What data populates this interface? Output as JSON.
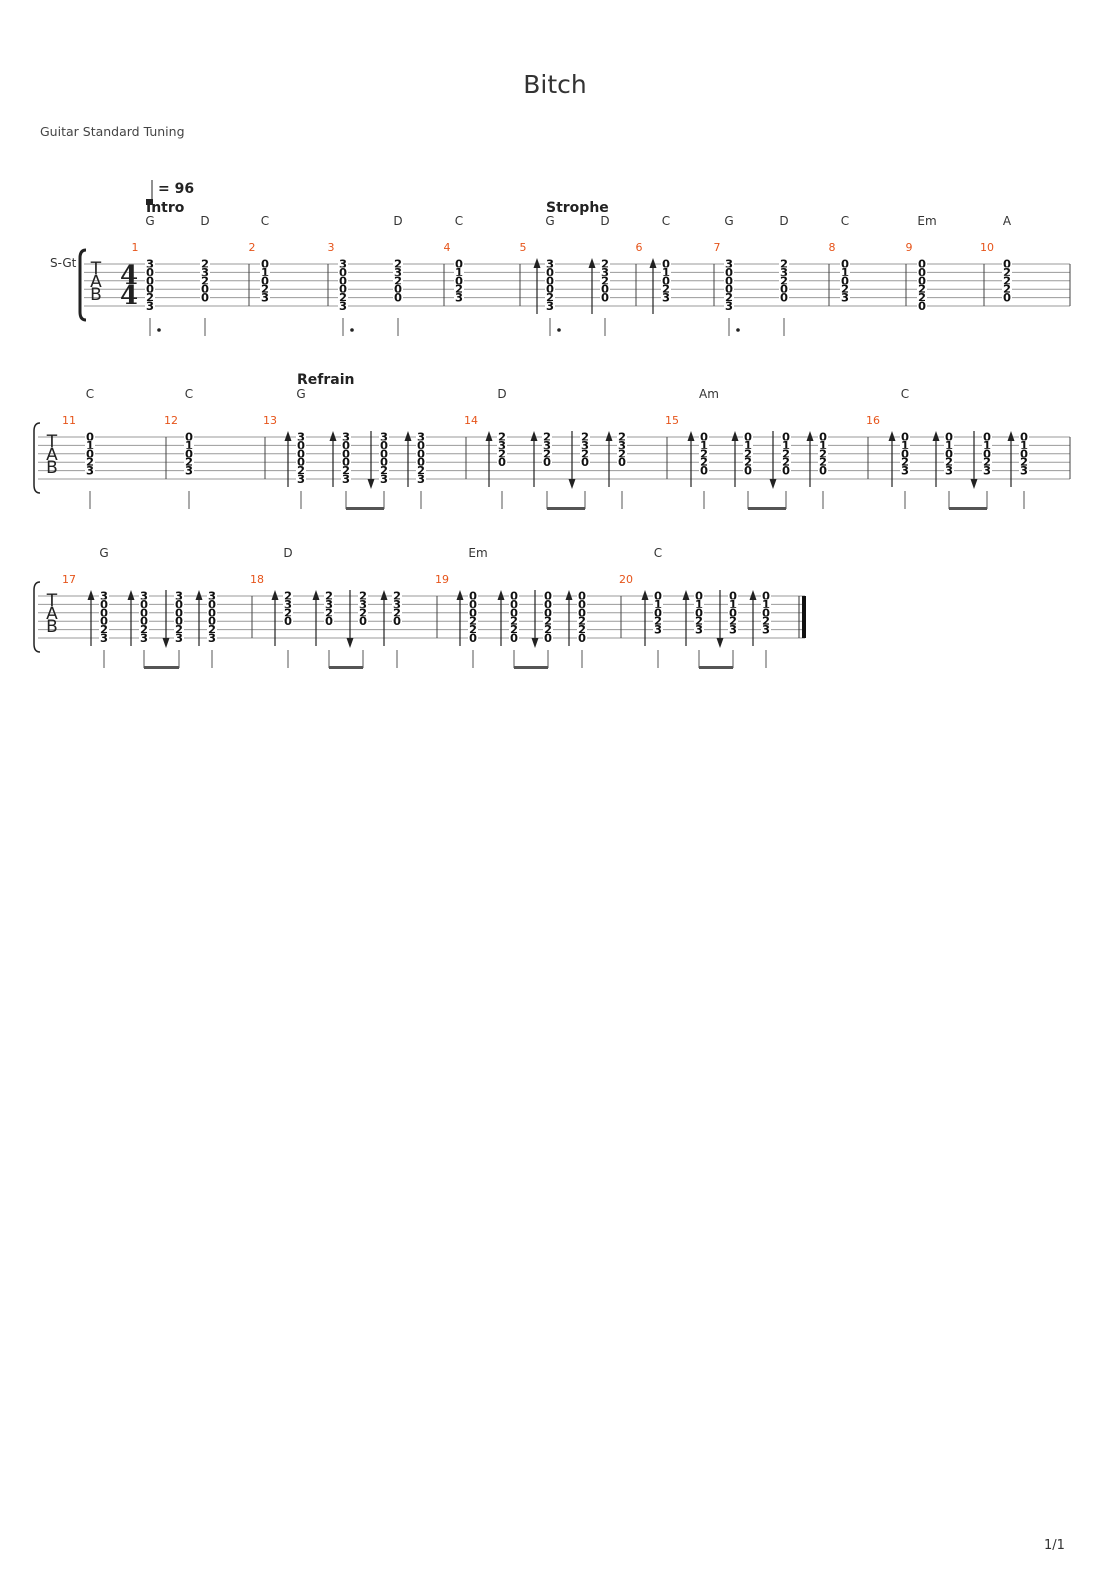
{
  "title": "Bitch",
  "tuning": "Guitar Standard Tuning",
  "page": "1/1",
  "instrument": "S-Gt",
  "tempo": "= 96",
  "time_signature": [
    "4",
    "4"
  ],
  "tab_letters": [
    "T",
    "A",
    "B"
  ],
  "systems": [
    {
      "bars": [
        {
          "number": "1",
          "section": "Intro",
          "chords": [
            "G",
            "D"
          ],
          "beats": [
            {
              "frets": [
                "3",
                "0",
                "0",
                "0",
                "2",
                "3"
              ],
              "stem": true,
              "dot": true
            },
            {
              "frets": [
                "2",
                "3",
                "2",
                "0",
                "0",
                ""
              ],
              "stem": true
            }
          ]
        },
        {
          "number": "2",
          "chords": [
            "C"
          ],
          "beats": [
            {
              "frets": [
                "0",
                "1",
                "0",
                "2",
                "3",
                ""
              ]
            }
          ]
        },
        {
          "number": "3",
          "chords": [
            "D"
          ],
          "beats": [
            {
              "frets": [
                "3",
                "0",
                "0",
                "0",
                "2",
                "3"
              ],
              "stem": true,
              "dot": true
            },
            {
              "frets": [
                "2",
                "3",
                "2",
                "0",
                "0",
                ""
              ],
              "stem": true
            }
          ]
        },
        {
          "number": "4",
          "chords": [
            "C"
          ],
          "beats": [
            {
              "frets": [
                "0",
                "1",
                "0",
                "2",
                "3",
                ""
              ]
            }
          ]
        },
        {
          "number": "5",
          "section": "Strophe",
          "chords": [
            "G",
            "D"
          ],
          "beats": [
            {
              "frets": [
                "3",
                "0",
                "0",
                "0",
                "2",
                "3"
              ],
              "stem": true,
              "dot": true,
              "arrow": "up"
            },
            {
              "frets": [
                "2",
                "3",
                "2",
                "0",
                "0",
                ""
              ],
              "stem": true,
              "arrow": "up"
            }
          ]
        },
        {
          "number": "6",
          "chords": [
            "C"
          ],
          "beats": [
            {
              "frets": [
                "0",
                "1",
                "0",
                "2",
                "3",
                ""
              ],
              "arrow": "up"
            }
          ]
        },
        {
          "number": "7",
          "chords": [
            "G",
            "D"
          ],
          "beats": [
            {
              "frets": [
                "3",
                "0",
                "0",
                "0",
                "2",
                "3"
              ],
              "stem": true,
              "dot": true
            },
            {
              "frets": [
                "2",
                "3",
                "2",
                "0",
                "0",
                ""
              ],
              "stem": true
            }
          ]
        },
        {
          "number": "8",
          "chords": [
            "C"
          ],
          "beats": [
            {
              "frets": [
                "0",
                "1",
                "0",
                "2",
                "3",
                ""
              ]
            }
          ]
        },
        {
          "number": "9",
          "chords": [
            "Em"
          ],
          "beats": [
            {
              "frets": [
                "0",
                "0",
                "0",
                "2",
                "2",
                "0"
              ]
            }
          ]
        },
        {
          "number": "10",
          "chords": [
            "A"
          ],
          "beats": [
            {
              "frets": [
                "0",
                "2",
                "2",
                "2",
                "0",
                ""
              ]
            }
          ]
        }
      ]
    },
    {
      "bars": [
        {
          "number": "11",
          "chords": [
            "C"
          ],
          "beats": [
            {
              "frets": [
                "0",
                "1",
                "0",
                "2",
                "3",
                ""
              ]
            }
          ]
        },
        {
          "number": "12",
          "chords": [
            "C"
          ],
          "beats": [
            {
              "frets": [
                "0",
                "1",
                "0",
                "2",
                "3",
                ""
              ]
            }
          ]
        },
        {
          "number": "13",
          "section": "Refrain",
          "chords": [
            "G"
          ],
          "beats": [
            {
              "frets": [
                "3",
                "0",
                "0",
                "0",
                "2",
                "3"
              ],
              "arrow": "up",
              "stem": true
            },
            {
              "frets": [
                "3",
                "0",
                "0",
                "0",
                "2",
                "3"
              ],
              "arrow": "up",
              "beam_start": true
            },
            {
              "frets": [
                "3",
                "0",
                "0",
                "0",
                "2",
                "3"
              ],
              "arrow": "down",
              "beam_end": true
            },
            {
              "frets": [
                "3",
                "0",
                "0",
                "0",
                "2",
                "3"
              ],
              "arrow": "up",
              "stem": true
            }
          ]
        },
        {
          "number": "14",
          "chords": [
            "D"
          ],
          "beats": [
            {
              "frets": [
                "2",
                "3",
                "2",
                "0",
                "",
                ""
              ],
              "arrow": "up",
              "stem": true
            },
            {
              "frets": [
                "2",
                "3",
                "2",
                "0",
                "",
                ""
              ],
              "arrow": "up",
              "beam_start": true
            },
            {
              "frets": [
                "2",
                "3",
                "2",
                "0",
                "",
                ""
              ],
              "arrow": "down",
              "beam_end": true
            },
            {
              "frets": [
                "2",
                "3",
                "2",
                "0",
                "",
                ""
              ],
              "arrow": "up",
              "stem": true
            }
          ]
        },
        {
          "number": "15",
          "chords": [
            "Am"
          ],
          "beats": [
            {
              "frets": [
                "0",
                "1",
                "2",
                "2",
                "0",
                ""
              ],
              "arrow": "up",
              "stem": true
            },
            {
              "frets": [
                "0",
                "1",
                "2",
                "2",
                "0",
                ""
              ],
              "arrow": "up",
              "beam_start": true
            },
            {
              "frets": [
                "0",
                "1",
                "2",
                "2",
                "0",
                ""
              ],
              "arrow": "down",
              "beam_end": true
            },
            {
              "frets": [
                "0",
                "1",
                "2",
                "2",
                "0",
                ""
              ],
              "arrow": "up",
              "stem": true
            }
          ]
        },
        {
          "number": "16",
          "chords": [
            "C"
          ],
          "beats": [
            {
              "frets": [
                "0",
                "1",
                "0",
                "2",
                "3",
                ""
              ],
              "arrow": "up",
              "stem": true
            },
            {
              "frets": [
                "0",
                "1",
                "0",
                "2",
                "3",
                ""
              ],
              "arrow": "up",
              "beam_start": true
            },
            {
              "frets": [
                "0",
                "1",
                "0",
                "2",
                "3",
                ""
              ],
              "arrow": "down",
              "beam_end": true
            },
            {
              "frets": [
                "0",
                "1",
                "0",
                "2",
                "3",
                ""
              ],
              "arrow": "up",
              "stem": true
            }
          ]
        }
      ]
    },
    {
      "bars": [
        {
          "number": "17",
          "chords": [
            "G"
          ],
          "beats": [
            {
              "frets": [
                "3",
                "0",
                "0",
                "0",
                "2",
                "3"
              ],
              "arrow": "up",
              "stem": true
            },
            {
              "frets": [
                "3",
                "0",
                "0",
                "0",
                "2",
                "3"
              ],
              "arrow": "up",
              "beam_start": true
            },
            {
              "frets": [
                "3",
                "0",
                "0",
                "0",
                "2",
                "3"
              ],
              "arrow": "down",
              "beam_end": true
            },
            {
              "frets": [
                "3",
                "0",
                "0",
                "0",
                "2",
                "3"
              ],
              "arrow": "up",
              "stem": true
            }
          ]
        },
        {
          "number": "18",
          "chords": [
            "D"
          ],
          "beats": [
            {
              "frets": [
                "2",
                "3",
                "2",
                "0",
                "",
                ""
              ],
              "arrow": "up",
              "stem": true
            },
            {
              "frets": [
                "2",
                "3",
                "2",
                "0",
                "",
                ""
              ],
              "arrow": "up",
              "beam_start": true
            },
            {
              "frets": [
                "2",
                "3",
                "2",
                "0",
                "",
                ""
              ],
              "arrow": "down",
              "beam_end": true
            },
            {
              "frets": [
                "2",
                "3",
                "2",
                "0",
                "",
                ""
              ],
              "arrow": "up",
              "stem": true
            }
          ]
        },
        {
          "number": "19",
          "chords": [
            "Em"
          ],
          "beats": [
            {
              "frets": [
                "0",
                "0",
                "0",
                "2",
                "2",
                "0"
              ],
              "arrow": "up",
              "stem": true
            },
            {
              "frets": [
                "0",
                "0",
                "0",
                "2",
                "2",
                "0"
              ],
              "arrow": "up",
              "beam_start": true
            },
            {
              "frets": [
                "0",
                "0",
                "0",
                "2",
                "2",
                "0"
              ],
              "arrow": "down",
              "beam_end": true
            },
            {
              "frets": [
                "0",
                "0",
                "0",
                "2",
                "2",
                "0"
              ],
              "arrow": "up",
              "stem": true
            }
          ]
        },
        {
          "number": "20",
          "chords": [
            "C"
          ],
          "beats": [
            {
              "frets": [
                "0",
                "1",
                "0",
                "2",
                "3",
                ""
              ],
              "arrow": "up",
              "stem": true
            },
            {
              "frets": [
                "0",
                "1",
                "0",
                "2",
                "3",
                ""
              ],
              "arrow": "up",
              "beam_start": true
            },
            {
              "frets": [
                "0",
                "1",
                "0",
                "2",
                "3",
                ""
              ],
              "arrow": "down",
              "beam_end": true
            },
            {
              "frets": [
                "0",
                "1",
                "0",
                "2",
                "3",
                ""
              ],
              "arrow": "up",
              "stem": true
            }
          ]
        }
      ]
    }
  ]
}
